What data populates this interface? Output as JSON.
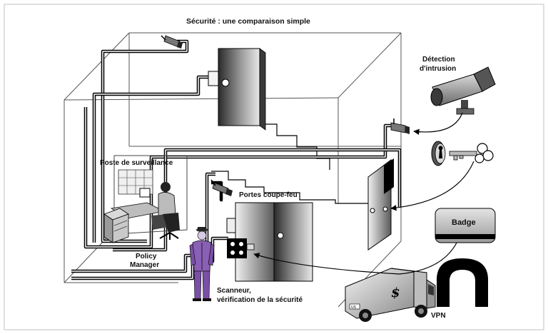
{
  "diagram": {
    "title": "Sécurité : une comparaison simple",
    "labels": {
      "intrusion_detection_line1": "Détection",
      "intrusion_detection_line2": "d'intrusion",
      "monitoring_station": "Poste de surveillance",
      "firewall_doors": "Portes coupe-feu",
      "policy_manager_line1": "Policy",
      "policy_manager_line2": "Manager",
      "scanner_line1": "Scanneur,",
      "scanner_line2": "vérification de la sécurité",
      "badge": "Badge",
      "vpn": "VPN",
      "truck_logo": "$",
      "truck_plate": "US"
    },
    "icons": [
      "security-camera-icon",
      "key-icon",
      "lock-icon",
      "badge-card-icon",
      "vpn-tunnel-icon",
      "armored-truck-icon",
      "guard-icon",
      "operator-icon",
      "server-icon"
    ]
  }
}
